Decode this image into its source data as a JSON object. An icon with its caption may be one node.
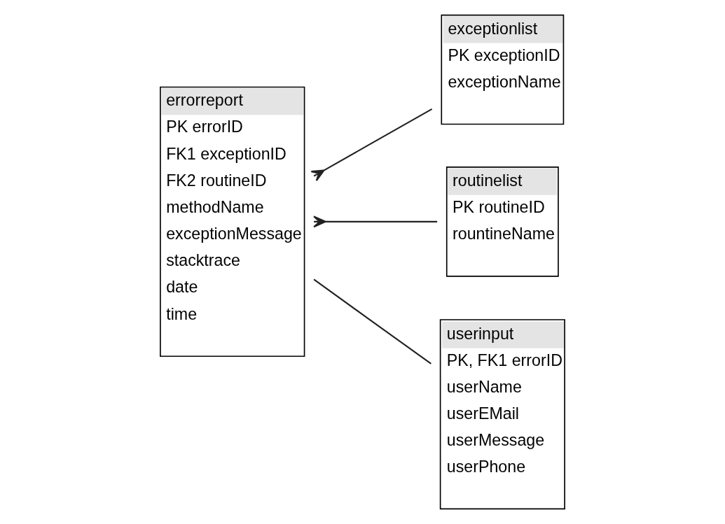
{
  "diagram": {
    "nodes": [
      {
        "text": [
          "errorreport",
          "PK errorID",
          "FK1 exceptionID",
          "FK2 routineID",
          "methodName",
          "exceptionMessage",
          "stacktrace",
          "date",
          "time"
        ]
      },
      {
        "text": [
          "exceptionlist",
          "PK exceptionID",
          "exceptionName"
        ]
      },
      {
        "text": [
          "routinelist",
          "PK routineID",
          "rountineName"
        ]
      },
      {
        "text": [
          "userinput",
          "PK, FK1 errorID",
          "userName",
          "userEMail",
          "userMessage",
          "userPhone"
        ]
      }
    ],
    "edges": [
      {
        "from": 0,
        "to": 1,
        "arrow": "other"
      },
      {
        "from": 0,
        "to": 2,
        "arrow": "other"
      },
      {
        "from": 0,
        "to": 3,
        "arrow": "none"
      }
    ]
  }
}
